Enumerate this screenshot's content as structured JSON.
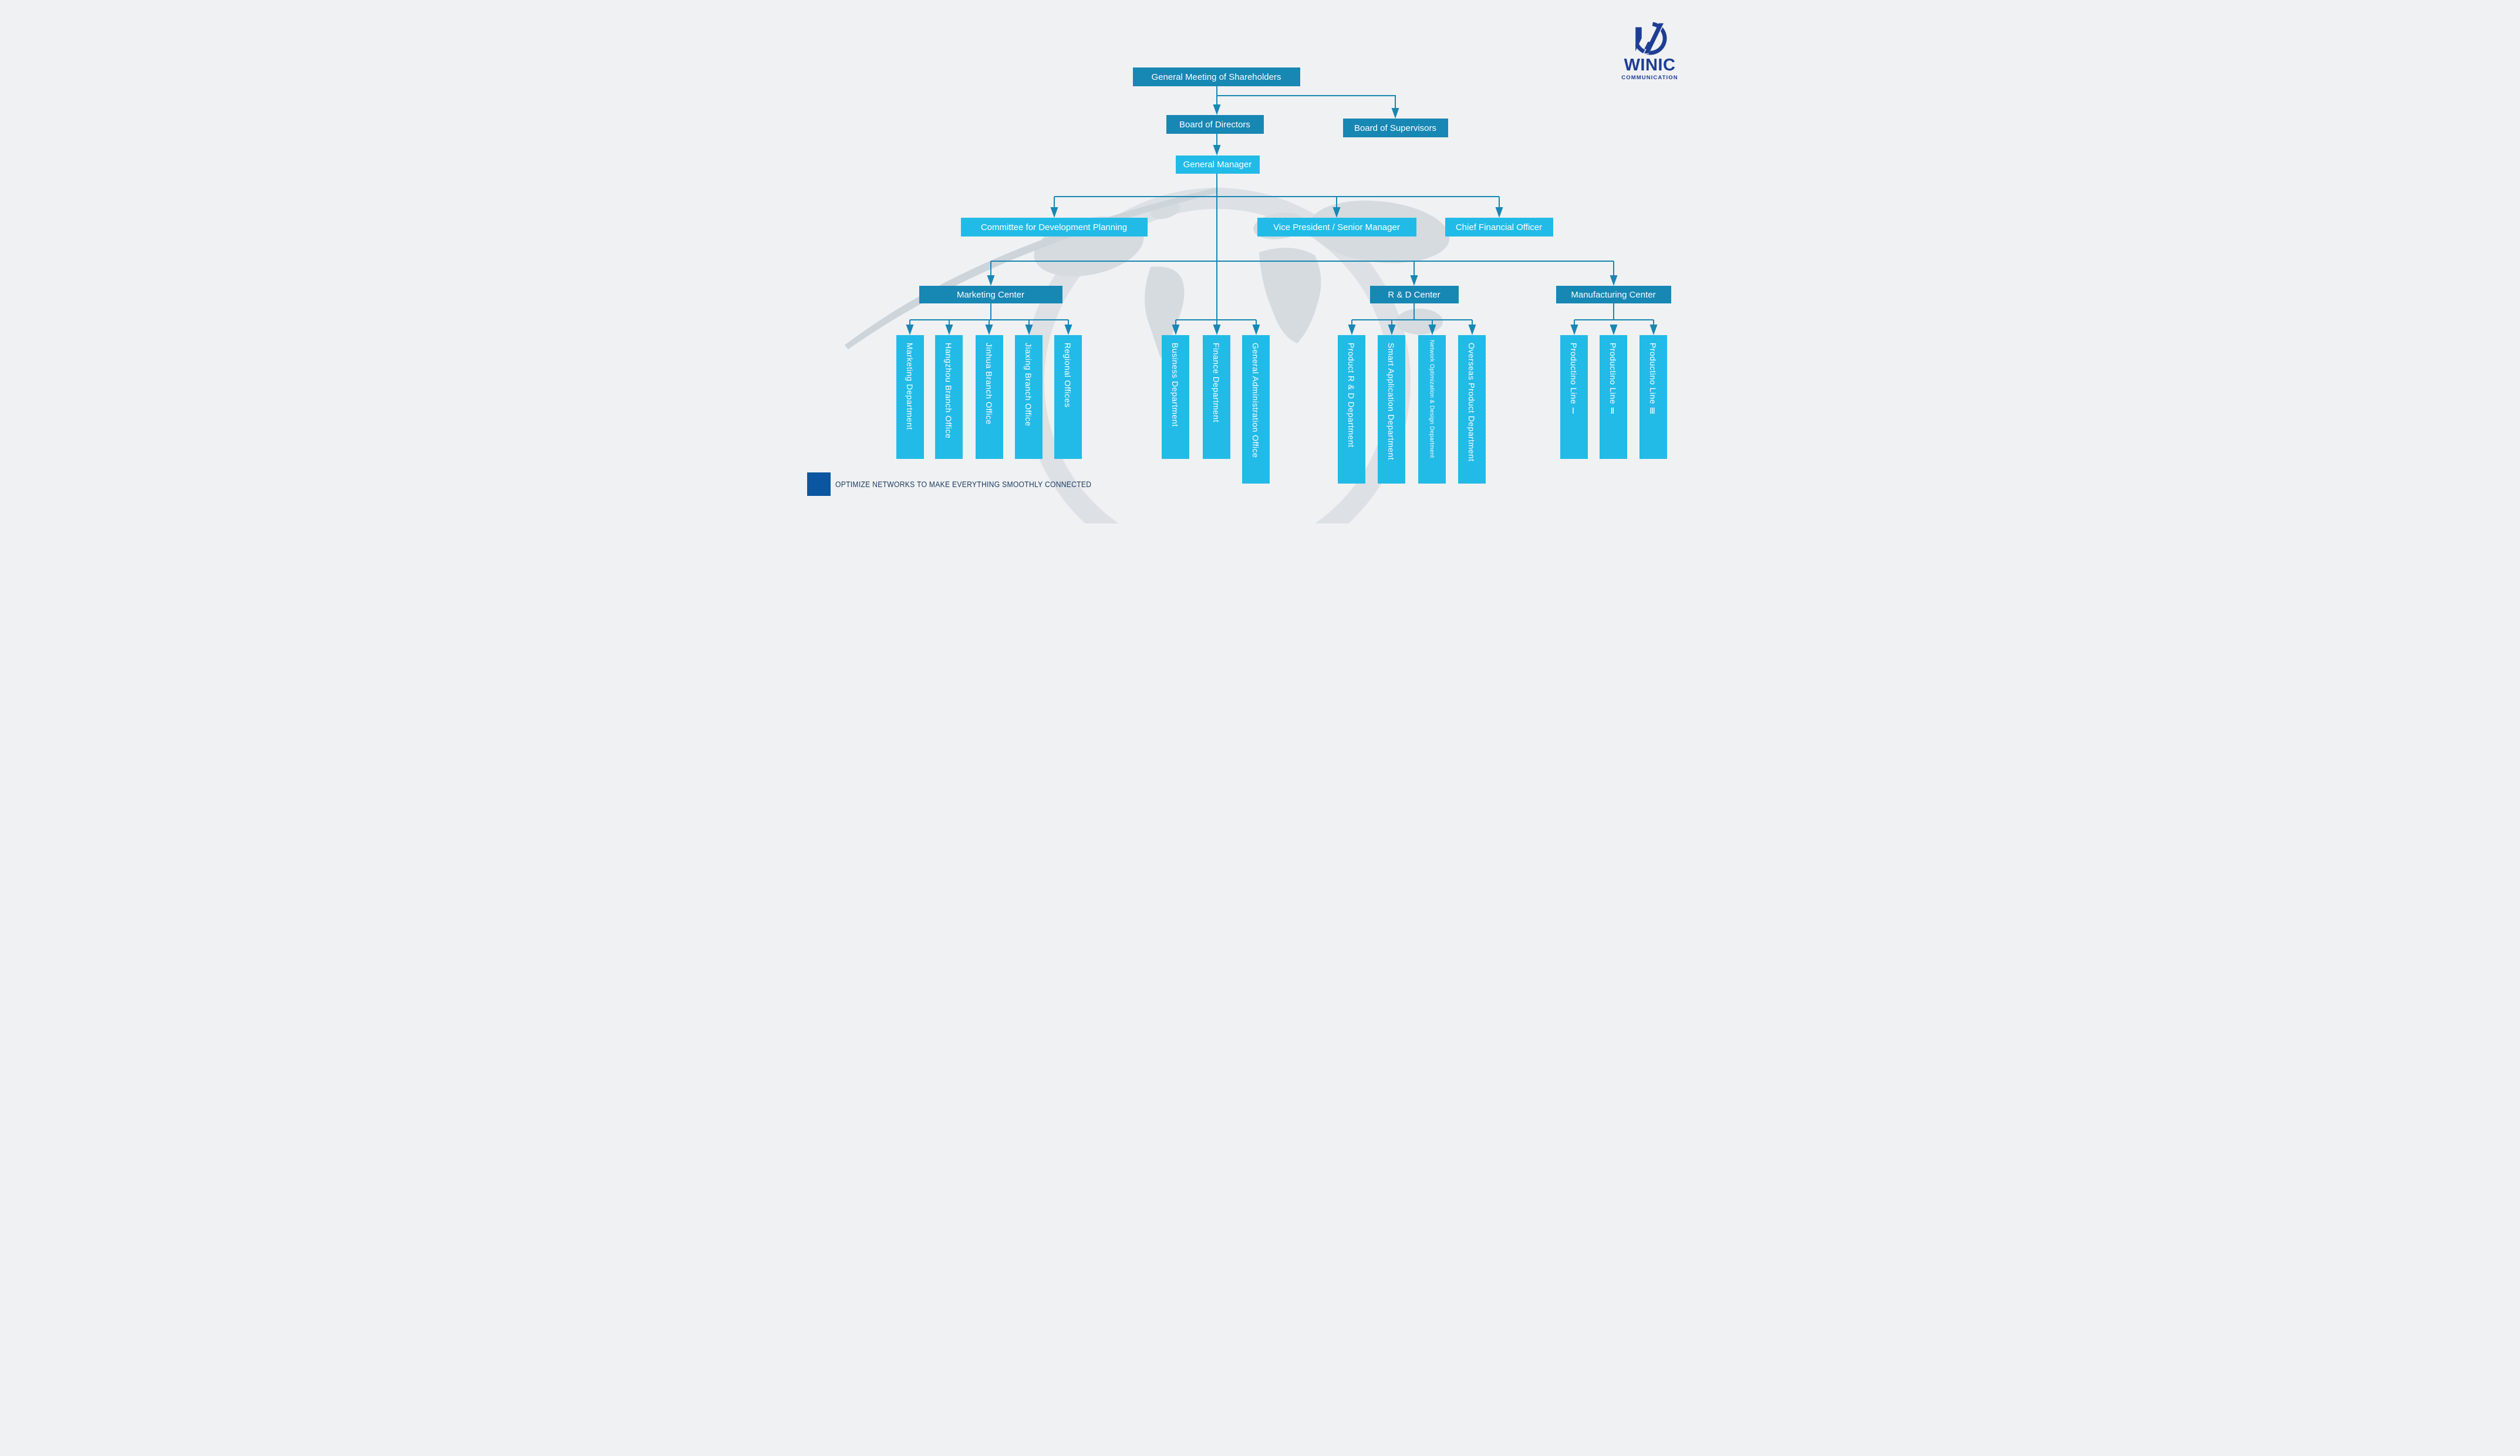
{
  "logo": {
    "name": "WINIC",
    "subtitle": "COMMUNICATION"
  },
  "tagline": {
    "text": "OPTIMIZE NETWORKS TO MAKE EVERYTHING SMOOTHLY CONNECTED"
  },
  "colors": {
    "box_dark_teal": "#1787b4",
    "box_light_cyan": "#22bbe7",
    "connector": "#1787b4",
    "logo_navy": "#1e3e94",
    "tagline_square_blue": "#0a56a0",
    "tagline_text_navy": "#17395f",
    "background": "#f0f1f2",
    "map_gray": "#d6dbe0"
  },
  "org": {
    "root": "General Meeting of Shareholders",
    "board_of_directors": "Board of Directors",
    "board_of_supervisors": "Board of Supervisors",
    "general_manager": "General Manager",
    "advisors": [
      "Committee for Development Planning",
      "Vice President / Senior Manager",
      "Chief Financial Officer"
    ],
    "marketing": {
      "label": "Marketing Center",
      "children": [
        "Marketing Department",
        "Hangzhou Branch Office",
        "Jinhua Branch Office",
        "Jiaxing Branch Office",
        "Regional Offices"
      ]
    },
    "administration": {
      "children": [
        "Business Department",
        "Finance Department",
        "General Administration Office"
      ]
    },
    "rnd": {
      "label": "R & D Center",
      "children": [
        "Product R & D Department",
        "Smart Application Department",
        "Network Optimization & Design Department",
        "Overseas Product Department"
      ]
    },
    "manufacturing": {
      "label": "Manufacturing Center",
      "children": [
        "Productino Line Ⅰ",
        "Productino Line Ⅱ",
        "Productino Line Ⅲ"
      ]
    }
  }
}
